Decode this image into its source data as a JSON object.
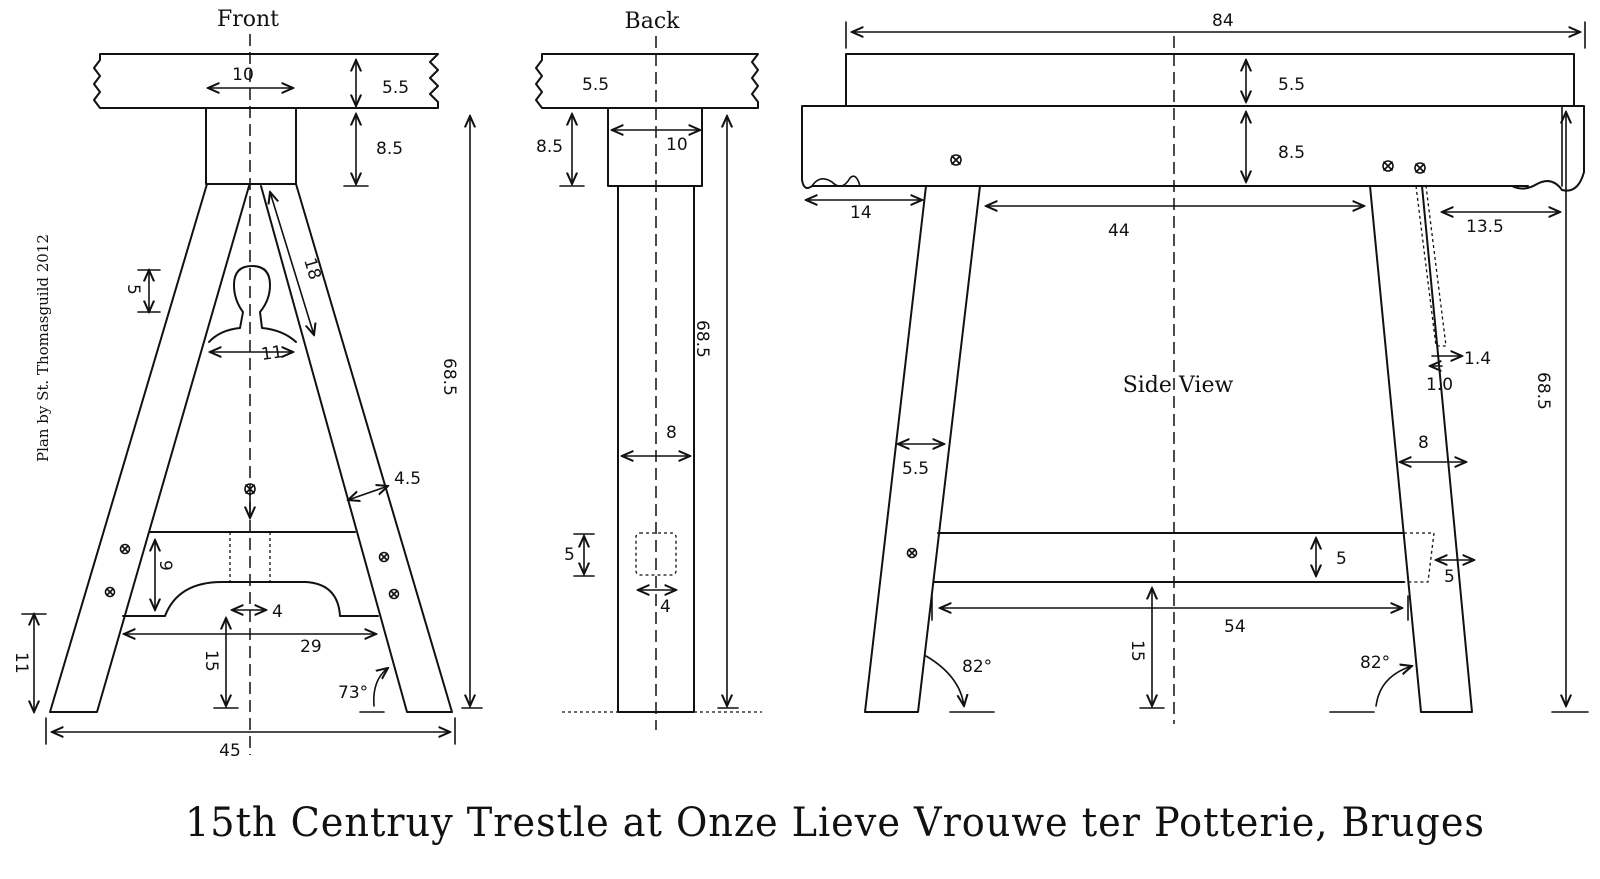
{
  "views": {
    "front": "Front",
    "back": "Back",
    "side": "Side View"
  },
  "credit": "Plan by St. Thomasguild 2012",
  "caption": "15th Centruy Trestle at Onze Lieve Vrouwe ter Potterie, Bruges",
  "front_dims": {
    "top_width": "10",
    "beam_height": "5.5",
    "block_height": "8.5",
    "height": "68.5",
    "leg_length": "18",
    "slot_height": "5",
    "cutout_width": "11",
    "leg_width": "4.5",
    "rail_height": "9",
    "tenon_width": "4",
    "rail_length": "29",
    "foot_height": "11",
    "clearance": "15",
    "angle": "73°",
    "base_width": "45"
  },
  "back_dims": {
    "beam_height": "5.5",
    "block_height": "8.5",
    "block_width": "10",
    "height": "68.5",
    "leg_width": "8",
    "mortise_height": "5",
    "mortise_width": "4"
  },
  "side_dims": {
    "total_length": "84",
    "beam_height": "5.5",
    "block_height": "8.5",
    "left_overhang": "14",
    "inner_span": "44",
    "right_overhang": "13.5",
    "slot_w1": "1.4",
    "slot_w2": "1.0",
    "height": "68.5",
    "leg_thickness": "5.5",
    "leg_width": "8",
    "rail_height": "5",
    "rail_extension": "5",
    "rail_length": "54",
    "clearance": "15",
    "angle_left": "82°",
    "angle_right": "82°"
  }
}
